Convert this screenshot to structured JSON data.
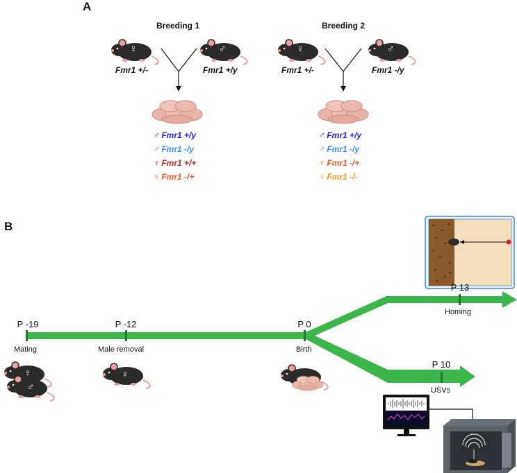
{
  "panel_a": {
    "label": "A",
    "breeding1": {
      "title": "Breeding 1",
      "female_symbol": "♀",
      "male_symbol": "♂",
      "female_genotype": "Fmr1 +/-",
      "male_genotype": "Fmr1 +/y",
      "offspring": [
        {
          "text": "♂ Fmr1 +/y",
          "color": "#1f1fe0"
        },
        {
          "text": "♂ Fmr1 -/y",
          "color": "#3d8ee6"
        },
        {
          "text": "♀ Fmr1 +/+",
          "color": "#c42222"
        },
        {
          "text": "♀ Fmr1 -/+",
          "color": "#f05a28"
        }
      ]
    },
    "breeding2": {
      "title": "Breeding 2",
      "female_symbol": "♀",
      "male_symbol": "♂",
      "female_genotype": "Fmr1 +/-",
      "male_genotype": "Fmr1 -/y",
      "offspring": [
        {
          "text": "♂ Fmr1 +/y",
          "color": "#1f1fe0"
        },
        {
          "text": "♂ Fmr1 -/y",
          "color": "#3d8ee6"
        },
        {
          "text": "♀ Fmr1 -/+",
          "color": "#f05a28"
        },
        {
          "text": "♀ Fmr1 -/-",
          "color": "#f39a30"
        }
      ]
    }
  },
  "panel_b": {
    "label": "B",
    "events": [
      {
        "day": "P -19",
        "label": "Mating"
      },
      {
        "day": "P -12",
        "label": "Male removal"
      },
      {
        "day": "P 0",
        "label": "Birth"
      },
      {
        "day": "P 13",
        "label": "Homing"
      },
      {
        "day": "P 10",
        "label": "USVs"
      }
    ],
    "mouse_symbols": {
      "mating_female": "♀",
      "mating_male": "♂",
      "removal_female": "♀"
    }
  },
  "colors": {
    "timeline": "#3cb54a",
    "tick": "#1f7a2d",
    "mouse_body": "#2b2b2b",
    "mouse_ear": "#e8a0a0",
    "pup": "#e9b3a8",
    "arena_floor": "#f3dfbd",
    "arena_bedding": "#8b5a2b",
    "target_dot": "#e02020"
  },
  "icons": [
    "mouse-icon",
    "pups-icon",
    "arena-icon",
    "monitor-icon",
    "chamber-icon"
  ]
}
